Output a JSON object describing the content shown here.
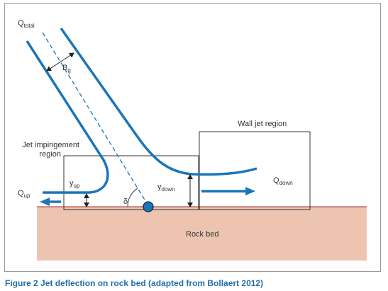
{
  "colors": {
    "jet": "#1c75b7",
    "rock": "#ecc4b0",
    "rock_line": "#a02828",
    "caption": "#1f6fae",
    "text": "#333333"
  },
  "labels": {
    "q_total": {
      "base": "Q",
      "sub": "total"
    },
    "b_g": {
      "base": "B",
      "sub": "g"
    },
    "wall_jet_region": "Wall jet region",
    "jet_impingement_line1": "Jet impingement",
    "jet_impingement_line2": "region",
    "y_up": {
      "base": "y",
      "sub": "up"
    },
    "y_down": {
      "base": "y",
      "sub": "down"
    },
    "q_up": {
      "base": "Q",
      "sub": "up"
    },
    "q_down": {
      "base": "Q",
      "sub": "down"
    },
    "delta": "δ",
    "rock_bed": "Rock bed"
  },
  "caption": {
    "label": "Figure 2",
    "text": " Jet deflection on rock bed (adapted from Bollaert 2012)"
  }
}
